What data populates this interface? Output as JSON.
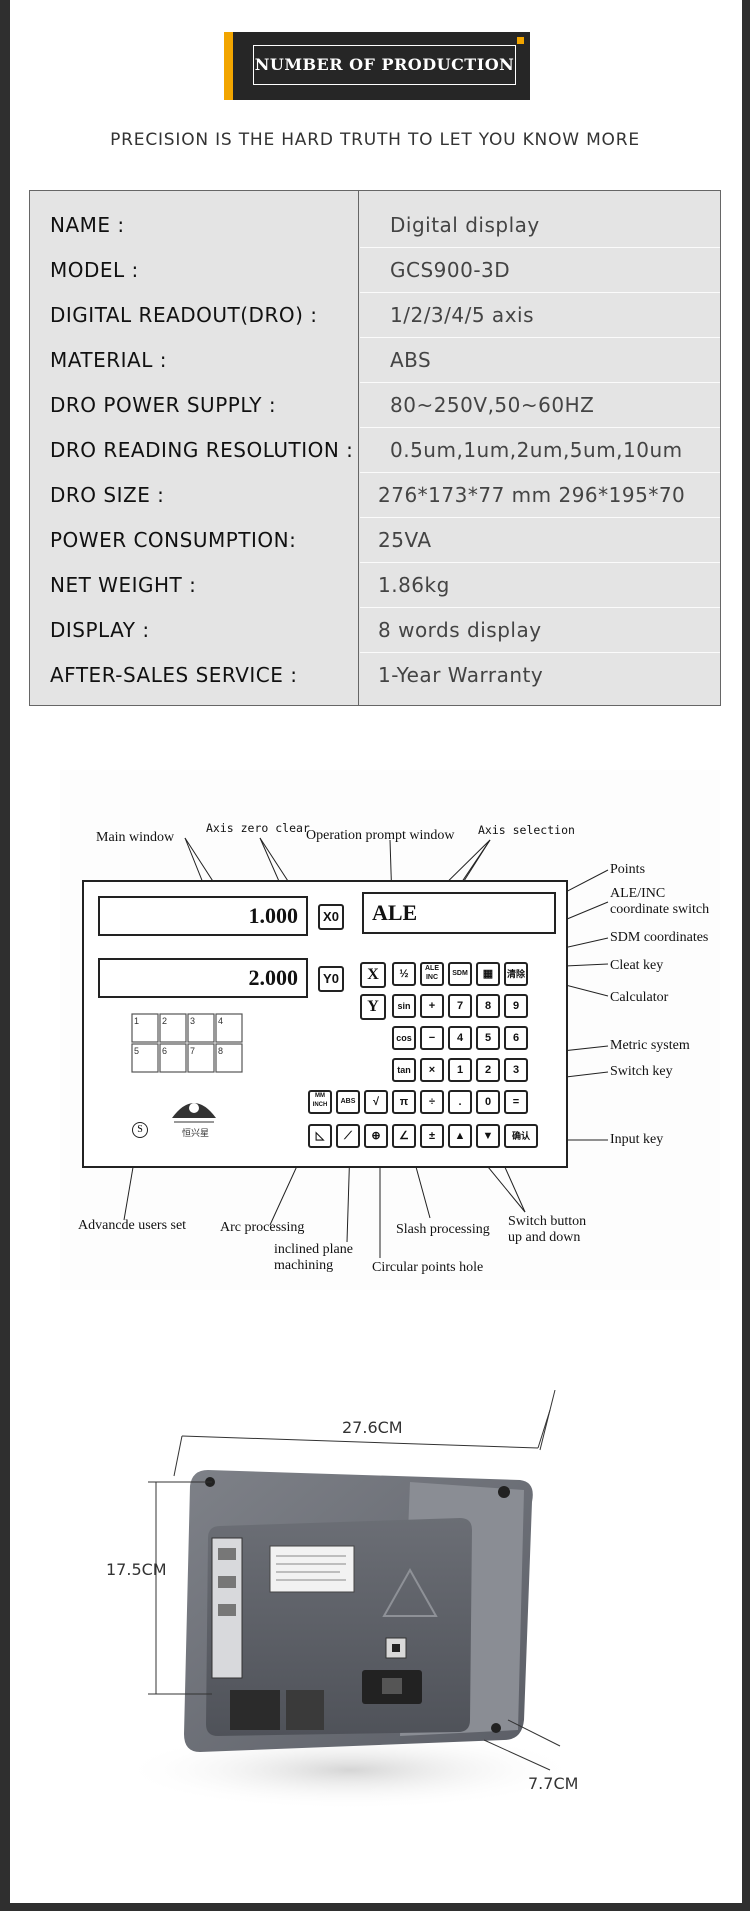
{
  "header": {
    "badge_text": "NUMBER OF PRODUCTION",
    "tagline": "PRECISION IS THE HARD TRUTH TO LET YOU KNOW MORE"
  },
  "specs": [
    {
      "key": "NAME :",
      "value": "Digital display"
    },
    {
      "key": "MODEL :",
      "value": "GCS900-3D"
    },
    {
      "key": "DIGITAL READOUT(DRO) :",
      "value": "1/2/3/4/5 axis"
    },
    {
      "key": "MATERIAL :",
      "value": "ABS"
    },
    {
      "key": "DRO POWER SUPPLY :",
      "value": "80~250V,50~60HZ"
    },
    {
      "key": "DRO READING RESOLUTION :",
      "value": "0.5um,1um,2um,5um,10um"
    },
    {
      "key": "DRO SIZE :",
      "value": "276*173*77 mm 296*195*70"
    },
    {
      "key": "POWER CONSUMPTION:",
      "value": "25VA"
    },
    {
      "key": "NET WEIGHT :",
      "value": "1.86kg"
    },
    {
      "key": "DISPLAY :",
      "value": "8 words display"
    },
    {
      "key": "AFTER-SALES SERVICE :",
      "value": "1-Year Warranty"
    }
  ],
  "diagram": {
    "labels": {
      "main_window": "Main window",
      "axis_zero_clear": "Axis zero clear",
      "operation_prompt": "Operation prompt window",
      "axis_selection": "Axis selection",
      "points": "Points",
      "ale_inc_1": "ALE/INC",
      "ale_inc_2": "coordinate switch",
      "sdm": "SDM coordinates",
      "cleat_key": "Cleat key",
      "calculator": "Calculator",
      "metric": "Metric system",
      "switch_key": "Switch key",
      "input_key": "Input key",
      "advanced": "Advancde users set",
      "arc": "Arc processing",
      "inclined_1": "inclined plane",
      "inclined_2": "machining",
      "circular": "Circular points hole",
      "slash": "Slash processing",
      "switch_btn_1": "Switch button",
      "switch_btn_2": "up and down"
    },
    "display": {
      "x_value": "1.000",
      "y_value": "2.000",
      "x_zero": "X0",
      "y_zero": "Y0",
      "prompt": "ALE",
      "axis_x": "X",
      "axis_y": "Y",
      "logo_text": "恒兴星",
      "s_mark": "S"
    },
    "keys": {
      "half": "½",
      "ale_inc": "ALE INC",
      "sdm": "SDM",
      "calc": "▦",
      "clear": "清除",
      "sin": "sin",
      "plus": "+",
      "k7": "7",
      "k8": "8",
      "k9": "9",
      "cos": "cos",
      "minus": "−",
      "k4": "4",
      "k5": "5",
      "k6": "6",
      "tan": "tan",
      "times": "×",
      "k1": "1",
      "k2": "2",
      "k3": "3",
      "mm_inch": "MM INCH",
      "ab": "ABS",
      "root": "√",
      "pi": "π",
      "div": "÷",
      "dot": ".",
      "k0": "0",
      "eq": "=",
      "arc_k": "◺",
      "incl_k": "⟋",
      "circ_k": "⊕",
      "slash_k": "∠",
      "pm": "±",
      "up": "▲",
      "down": "▼",
      "enter": "确认"
    }
  },
  "product": {
    "width_dim": "27.6CM",
    "height_dim": "17.5CM",
    "depth_dim": "7.7CM"
  }
}
